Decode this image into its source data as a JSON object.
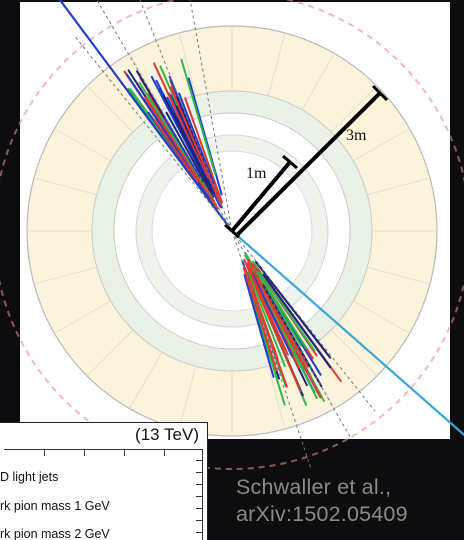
{
  "diagram": {
    "scale_bars": [
      {
        "label": "1m"
      },
      {
        "label": "3m"
      }
    ]
  },
  "inset": {
    "energy_label": "(13 TeV)",
    "legend": [
      "D light jets",
      "rk pion mass 1 GeV",
      "rk pion mass 2 GeV"
    ]
  },
  "citation": {
    "line1": "Schwaller et al.,",
    "line2": "arXiv:1502.05409"
  },
  "colors": {
    "track_colors": [
      "#e03a2f",
      "#1f3fc9",
      "#2fb84a",
      "#1a237e",
      "#3aa6d8"
    ],
    "detector_fill": "#fbf3dc",
    "inner_ring": "#e9f1e8",
    "background": "#0d0d0f"
  }
}
